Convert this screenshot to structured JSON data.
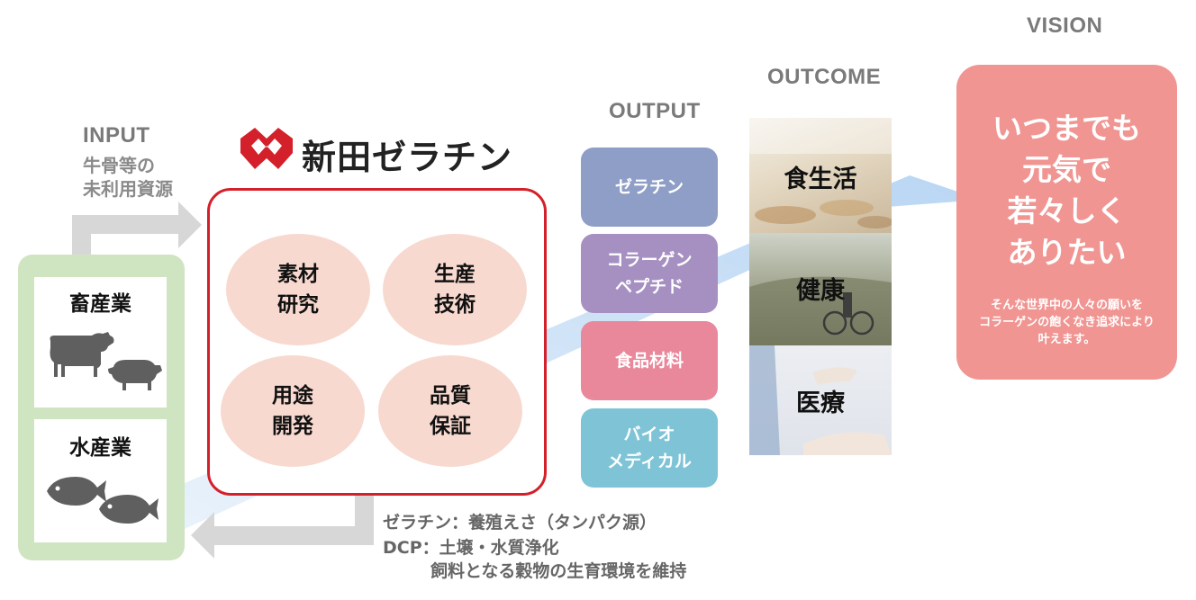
{
  "headers": {
    "input": "INPUT",
    "output": "OUTPUT",
    "outcome": "OUTCOME",
    "vision": "VISION"
  },
  "input_sub": [
    "牛骨等の",
    "未利用資源"
  ],
  "company": {
    "name": "新田ゼラチン",
    "core_items": [
      "素材\n研究",
      "生産\n技術",
      "用途\n開発",
      "品質\n保証"
    ]
  },
  "sources": [
    {
      "label": "畜産業",
      "icons": [
        "cow-icon",
        "pig-icon"
      ]
    },
    {
      "label": "水産業",
      "icons": [
        "fish-icon",
        "fish-icon"
      ]
    }
  ],
  "outputs": [
    {
      "label": "ゼラチン",
      "color": "#8e9ec6"
    },
    {
      "label": "コラーゲン\nペプチド",
      "color": "#a690c2"
    },
    {
      "label": "食品材料",
      "color": "#e9879b"
    },
    {
      "label": "バイオ\nメディカル",
      "color": "#7fc4d6"
    }
  ],
  "outcomes": [
    {
      "label": "食生活"
    },
    {
      "label": "健康"
    },
    {
      "label": "医療"
    }
  ],
  "vision": {
    "main": "いつまでも\n元気で\n若々しく\nありたい",
    "sub": "そんな世界中の人々の願いを\nコラーゲンの飽くなき追求により\n叶えます。"
  },
  "return_notes": [
    "ゼラチン：養殖えさ（タンパク源）",
    "DCP：土壌・水質浄化",
    "飼料となる穀物の生育環境を維持"
  ],
  "colors": {
    "brand_red": "#d4202a",
    "source_green": "#cfe5c1",
    "ellipse_fill": "#f7d9cf",
    "vision_pink": "#f09592",
    "flow_blue": "#cfe2f7",
    "arrow_gray": "#d7d7d7"
  }
}
